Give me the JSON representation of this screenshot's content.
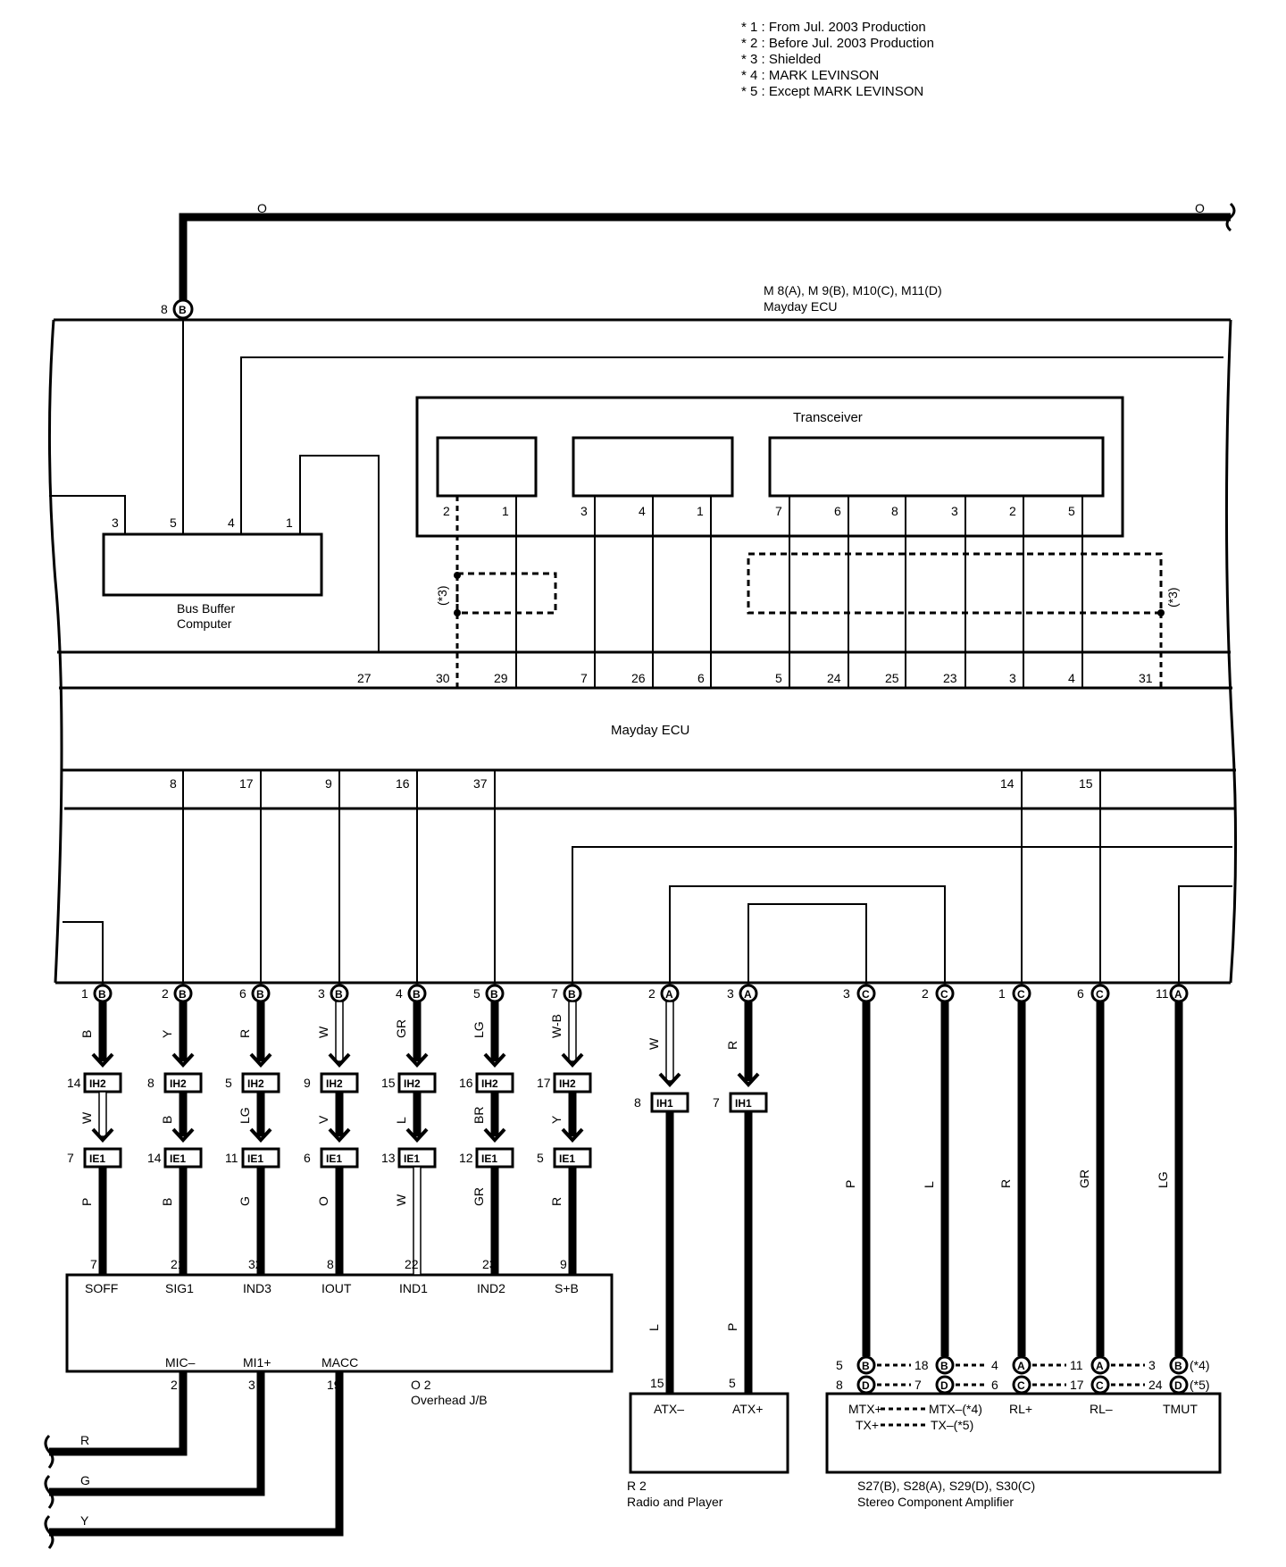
{
  "notes": [
    "* 1 : From Jul.  2003 Production",
    "* 2 : Before Jul.  2003 Production",
    "* 3 : Shielded",
    "* 4 : MARK LEVINSON",
    "* 5 : Except MARK LEVINSON"
  ],
  "top_wire": {
    "color": "O"
  },
  "mayday": {
    "connectors": "M 8(A), M 9(B), M10(C), M11(D)",
    "name": "Mayday ECU",
    "center_label": "Mayday ECU",
    "top_pin": {
      "pin": "8",
      "conn": "B"
    }
  },
  "transceiver": {
    "label": "Transceiver",
    "box1_pins": [
      "2",
      "1"
    ],
    "box2_pins": [
      "3",
      "4",
      "1"
    ],
    "box3_pins": [
      "7",
      "6",
      "8",
      "3",
      "2",
      "5"
    ]
  },
  "bus_buffer": {
    "label_line1": "Bus Buffer",
    "label_line2": "Computer",
    "pins": [
      "3",
      "5",
      "4",
      "1"
    ]
  },
  "shielded_label": "(*3)",
  "ecu_upper_pins": [
    "27",
    "30",
    "29",
    "7",
    "26",
    "6",
    "5",
    "24",
    "25",
    "23",
    "3",
    "4",
    "31"
  ],
  "ecu_lower_pins": [
    "8",
    "17",
    "9",
    "16",
    "37",
    "14",
    "15"
  ],
  "bottom_pins": [
    {
      "pin": "1",
      "conn": "B",
      "wire1": "B",
      "j1": "IH2",
      "j1pin": "14",
      "wire2": "W",
      "j2": "IE1",
      "j2pin": "7",
      "wire3": "P",
      "opin": "7",
      "oname": "SOFF"
    },
    {
      "pin": "2",
      "conn": "B",
      "wire1": "Y",
      "j1": "IH2",
      "j1pin": "8",
      "wire2": "B",
      "j2": "IE1",
      "j2pin": "14",
      "wire3": "B",
      "opin": "21",
      "oname": "SIG1"
    },
    {
      "pin": "6",
      "conn": "B",
      "wire1": "R",
      "j1": "IH2",
      "j1pin": "5",
      "wire2": "LG",
      "j2": "IE1",
      "j2pin": "11",
      "wire3": "G",
      "opin": "32",
      "oname": "IND3"
    },
    {
      "pin": "3",
      "conn": "B",
      "wire1": "W",
      "j1": "IH2",
      "j1pin": "9",
      "wire2": "V",
      "j2": "IE1",
      "j2pin": "6",
      "wire3": "O",
      "opin": "8",
      "oname": "IOUT"
    },
    {
      "pin": "4",
      "conn": "B",
      "wire1": "GR",
      "j1": "IH2",
      "j1pin": "15",
      "wire2": "L",
      "j2": "IE1",
      "j2pin": "13",
      "wire3": "W",
      "opin": "22",
      "oname": "IND1"
    },
    {
      "pin": "5",
      "conn": "B",
      "wire1": "LG",
      "j1": "IH2",
      "j1pin": "16",
      "wire2": "BR",
      "j2": "IE1",
      "j2pin": "12",
      "wire3": "GR",
      "opin": "23",
      "oname": "IND2"
    },
    {
      "pin": "7",
      "conn": "B",
      "wire1": "W-B",
      "j1": "IH2",
      "j1pin": "17",
      "wire2": "Y",
      "j2": "IE1",
      "j2pin": "5",
      "wire3": "R",
      "opin": "9",
      "oname": "S+B"
    }
  ],
  "radio_pins": [
    {
      "pin": "2",
      "conn": "A",
      "wire1": "W",
      "j1": "IH1",
      "j1pin": "8",
      "wire2": "L",
      "rpin": "15",
      "rname": "ATX–"
    },
    {
      "pin": "3",
      "conn": "A",
      "wire1": "R",
      "j1": "IH1",
      "j1pin": "7",
      "wire2": "P",
      "rpin": "5",
      "rname": "ATX+"
    }
  ],
  "amp_pins": [
    {
      "pin": "3",
      "conn": "C",
      "wire": "P",
      "top": "5",
      "topc": "B",
      "bot": "8",
      "botc": "D"
    },
    {
      "pin": "2",
      "conn": "C",
      "wire": "L",
      "top": "18",
      "topc": "B",
      "bot": "7",
      "botc": "D"
    },
    {
      "pin": "1",
      "conn": "C",
      "wire": "R",
      "top": "4",
      "topc": "A",
      "bot": "6",
      "botc": "C"
    },
    {
      "pin": "6",
      "conn": "C",
      "wire": "GR",
      "top": "11",
      "topc": "A",
      "bot": "17",
      "botc": "C"
    },
    {
      "pin": "11",
      "conn": "A",
      "wire": "LG",
      "top": "3",
      "topc": "B",
      "bot": "24",
      "botc": "D"
    }
  ],
  "amp_notes": {
    "top": "(*4)",
    "bottom": "(*5)"
  },
  "overhead": {
    "code": "O 2",
    "name": "Overhead J/B",
    "mic_pins": [
      {
        "pin": "2",
        "name": "MIC–",
        "wire": "R"
      },
      {
        "pin": "3",
        "name": "MI1+",
        "wire": "G"
      },
      {
        "pin": "19",
        "name": "MACC",
        "wire": "Y"
      }
    ]
  },
  "radio": {
    "code": "R 2",
    "name": "Radio and Player"
  },
  "amplifier": {
    "code": "S27(B), S28(A), S29(D), S30(C)",
    "name": "Stereo Component Amplifier",
    "label_mtx_plus": "MTX+",
    "label_mtx_minus": "MTX–(*4)",
    "label_tx_plus": "TX+",
    "label_tx_minus": "TX–(*5)",
    "label_rl_plus": "RL+",
    "label_rl_minus": "RL–",
    "label_tmut": "TMUT"
  }
}
